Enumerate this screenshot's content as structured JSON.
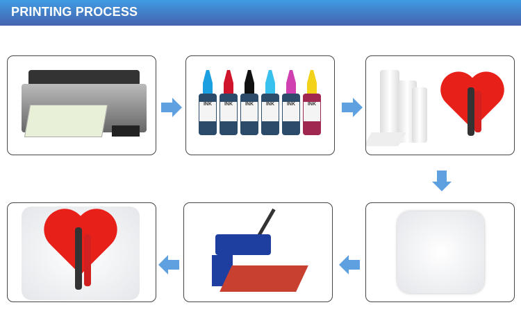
{
  "header": {
    "title": "PRINTING PROCESS"
  },
  "steps": [
    {
      "name": "printer"
    },
    {
      "name": "sublimation-ink",
      "bottle_label": "INK",
      "colors": [
        "#1aa0e0",
        "#d0142c",
        "#111111",
        "#38c0ee",
        "#d040b0",
        "#f2d21a"
      ]
    },
    {
      "name": "transfer-paper-print"
    },
    {
      "name": "blank-pillow"
    },
    {
      "name": "heat-press"
    },
    {
      "name": "printed-pillow"
    }
  ],
  "colors": {
    "header_top": "#3f9be2",
    "header_bottom": "#4563ae",
    "arrow": "#5fa0e0",
    "heart": "#e8201a"
  }
}
